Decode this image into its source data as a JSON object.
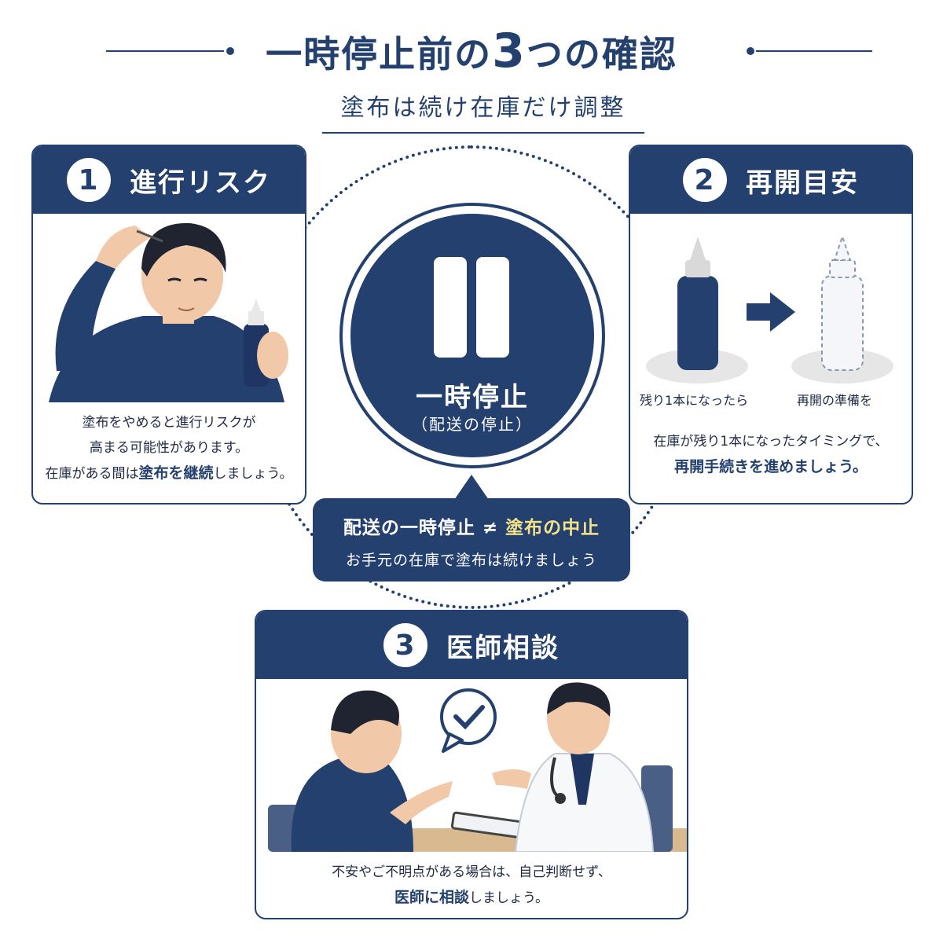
{
  "header": {
    "title_pre": "一時停止前の",
    "title_num": "3",
    "title_post": "つの確認",
    "subtitle": "塗布は続け在庫だけ調整"
  },
  "card1": {
    "number": "1",
    "title": "進行リスク",
    "line1": "塗布をやめると進行リスクが",
    "line2": "高まる可能性があります。",
    "line3_pre": "在庫がある間は",
    "line3_hl": "塗布を継続",
    "line3_post": "しましょう。"
  },
  "card2": {
    "number": "2",
    "title": "再開目安",
    "caption_left": "残り1本になったら",
    "caption_right": "再開の準備を",
    "line1": "在庫が残り1本になったタイミングで、",
    "line2_hl": "再開手続きを進めましょう。"
  },
  "card3": {
    "number": "3",
    "title": "医師相談",
    "line1": "不安やご不明点がある場合は、自己判断せず、",
    "line2_hl": "医師に相談",
    "line2_post": "しましょう。"
  },
  "center": {
    "pause_label": "一時停止",
    "pause_sub": "（配送の停止）",
    "callout_pre": "配送の一時停止 ≠ ",
    "callout_hl": "塗布の中止",
    "callout_sub": "お手元の在庫で塗布は続けましょう"
  },
  "colors": {
    "navy": "#24406e",
    "accent_yellow": "#f3e28a"
  },
  "icons": [
    "pause-icon",
    "arrow-right-icon",
    "check-bubble-icon",
    "bottle-icon"
  ]
}
